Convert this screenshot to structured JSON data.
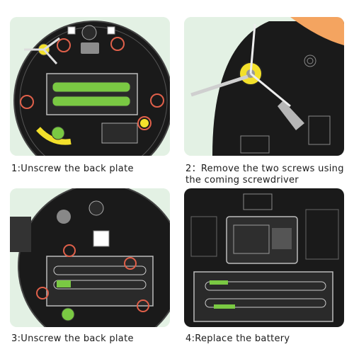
{
  "steps": [
    {
      "caption": "1:Unscrew the back plate"
    },
    {
      "caption_line1": "2：Remove the two screws using",
      "caption_line2": "the coming screwdriver"
    },
    {
      "caption": "3:Unscrew the back plate"
    },
    {
      "caption": "4:Replace the battery"
    }
  ],
  "colors": {
    "panel_bg": "#e3f1e4",
    "robot_body": "#1a1a1a",
    "screw_highlight": "#e0604a",
    "brush_green": "#7ac943",
    "accent_yellow": "#f3e02b"
  }
}
